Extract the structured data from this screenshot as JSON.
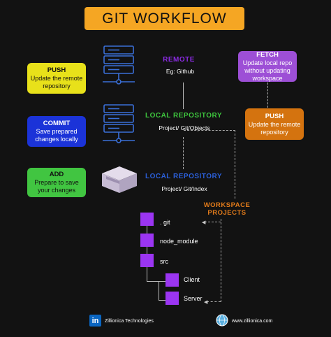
{
  "title": "GIT  WORKFLOW",
  "cards": {
    "push_left": {
      "title": "PUSH",
      "text": "Update the remote repository"
    },
    "commit": {
      "title": "COMMIT",
      "text": "Save prepared changes locally"
    },
    "add": {
      "title": "ADD",
      "text": "Prepare to save your changes"
    },
    "fetch": {
      "title": "FETCH",
      "text": "Update local repo without updating workspace"
    },
    "push_right": {
      "title": "PUSH",
      "text": "Update the remote repository"
    }
  },
  "stages": {
    "remote": {
      "label": "REMOTE",
      "sub": "Eg: Github"
    },
    "local_repo": {
      "label": "LOCAL REPOSITORY",
      "sub": "Project/ Git/Objects"
    },
    "staging": {
      "label": "LOCAL REPOSITORY",
      "sub": "Project/ Git/Index"
    },
    "workspace": {
      "label": "WORKSPACE PROJECTS"
    }
  },
  "tree": {
    "git": ". git",
    "node_module": "node_module",
    "src": "src",
    "client": "Client",
    "server": "Server"
  },
  "footer": {
    "company": "Zillionica Technologies",
    "website": "www.zillionica.com"
  },
  "colors": {
    "title_bg": "#f5a623",
    "remote_label": "#8a2be2",
    "local_repo_label": "#3ec63e",
    "staging_label": "#2b5fd9",
    "workspace_label": "#e07a1a",
    "folder": "#9b35f2"
  }
}
